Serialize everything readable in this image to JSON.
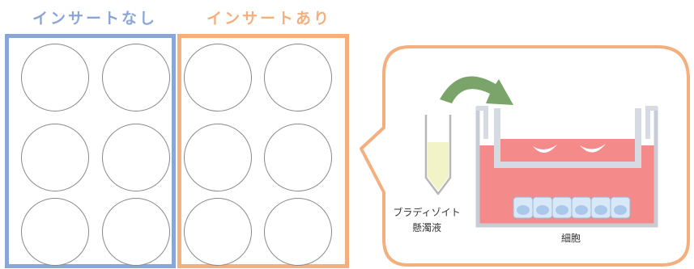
{
  "panels": {
    "without_insert": {
      "title": "インサートなし",
      "color": "#8aa6d6",
      "well_count": 6
    },
    "with_insert": {
      "title": "インサートあり",
      "color": "#f3b07e",
      "well_count": 6
    }
  },
  "detail": {
    "suspension_label_line1": "ブラディゾイト",
    "suspension_label_line2": "懸濁液",
    "cell_label": "細胞",
    "colors": {
      "callout_border": "#f3b07e",
      "medium": "#f58a8a",
      "insert_wall": "#d6dbe3",
      "cells": "#d9e8f7",
      "arrow": "#7aa46a",
      "suspension": "#f3f3c8"
    }
  }
}
